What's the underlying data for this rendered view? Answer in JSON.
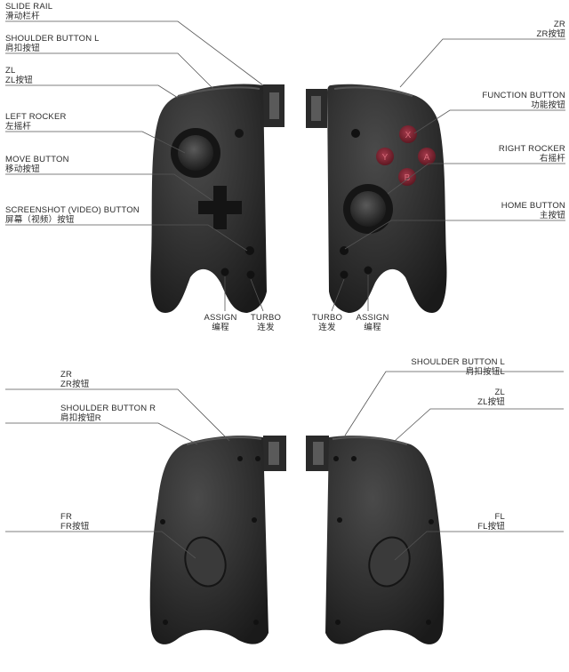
{
  "colors": {
    "body": "#2b2b2b",
    "body_dark": "#1b1b1b",
    "face_btn": "#8a2433",
    "face_glyph": "#c86a74",
    "leader": "#555555"
  },
  "front": {
    "left_labels": [
      {
        "en": "SLIDE RAIL",
        "cn": "滑动栏杆"
      },
      {
        "en": "SHOULDER BUTTON L",
        "cn": "肩扣按钮"
      },
      {
        "en": "ZL",
        "cn": "ZL按钮"
      },
      {
        "en": "LEFT ROCKER",
        "cn": "左摇杆"
      },
      {
        "en": "MOVE BUTTON",
        "cn": "移动按钮"
      },
      {
        "en": "SCREENSHOT (VIDEO) BUTTON",
        "cn": "屏幕（视频）按钮"
      }
    ],
    "right_labels": [
      {
        "en": "ZR",
        "cn": "ZR按钮"
      },
      {
        "en": "FUNCTION BUTTON",
        "cn": "功能按钮"
      },
      {
        "en": "RIGHT ROCKER",
        "cn": "右摇杆"
      },
      {
        "en": "HOME BUTTON",
        "cn": "主按钮"
      }
    ],
    "bottom_labels": [
      {
        "en": "ASSIGN",
        "cn": "编程"
      },
      {
        "en": "TURBO",
        "cn": "连发"
      },
      {
        "en": "TURBO",
        "cn": "连发"
      },
      {
        "en": "ASSIGN",
        "cn": "编程"
      }
    ],
    "face_buttons": {
      "x": "X",
      "y": "Y",
      "a": "A",
      "b": "B"
    }
  },
  "back": {
    "left_labels": [
      {
        "en": "ZR",
        "cn": "ZR按钮"
      },
      {
        "en": "SHOULDER BUTTON R",
        "cn": "肩扣按钮R"
      },
      {
        "en": "FR",
        "cn": "FR按钮"
      }
    ],
    "right_labels": [
      {
        "en": "SHOULDER BUTTON L",
        "cn": "肩扣按钮L"
      },
      {
        "en": "ZL",
        "cn": "ZL按钮"
      },
      {
        "en": "FL",
        "cn": "FL按钮"
      }
    ]
  }
}
